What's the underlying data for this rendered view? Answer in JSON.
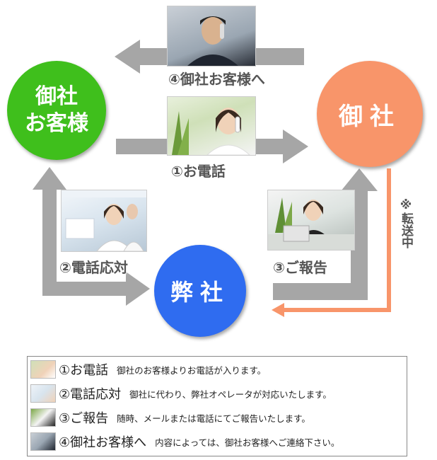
{
  "colors": {
    "customer": "#3fbf1c",
    "client": "#f8956a",
    "ours": "#2f6cf0",
    "arrow_gray": "#a6a6a6",
    "arrow_orange": "#f8956a"
  },
  "nodes": {
    "customer": {
      "line1": "御社",
      "line2": "お客様"
    },
    "client": {
      "label": "御社"
    },
    "ours": {
      "label": "弊社"
    }
  },
  "steps": {
    "s1": "①お電話",
    "s2": "②電話応対",
    "s3": "③ご報告",
    "s4": "④御社お客様へ"
  },
  "transfer": "※転送中",
  "legend": [
    {
      "key": "①お電話",
      "desc": "御社のお客様よりお電話が入ります。",
      "icon": "woman-phone-thumb"
    },
    {
      "key": "②電話応対",
      "desc": "御社に代わり、弊社オペレータが対応いたします。",
      "icon": "operator-thumb"
    },
    {
      "key": "③ご報告",
      "desc": "随時、メールまたは電話にてご報告いたします。",
      "icon": "desk-phone-thumb"
    },
    {
      "key": "④御社お客様へ",
      "desc": "内容によっては、御社お客様へご連絡下さい。",
      "icon": "man-phone-thumb"
    }
  ]
}
